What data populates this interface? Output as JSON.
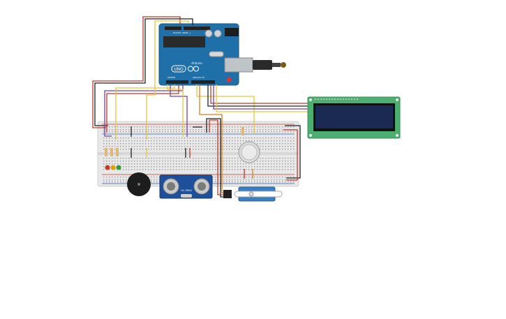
{
  "arduino": {
    "brand": "UNO",
    "logo_text": "Arduino",
    "labels": [
      "DIGITAL (PWM~)",
      "POWER",
      "ANALOG IN"
    ]
  },
  "sensor": {
    "label": "HC-SR04"
  },
  "components": {
    "breadboard": "breadboard",
    "lcd": "LCD 16x2",
    "servo": "servo",
    "buzzer": "piezo",
    "gas_sensor": "gas sensor",
    "leds": [
      "red",
      "orange",
      "green"
    ]
  },
  "colors": {
    "arduino_blue": "#1f6fa8",
    "lcd_green": "#4caf70",
    "lcd_screen": "#1b2a52",
    "breadboard": "#e6e6e6",
    "wire_red": "#c0392b",
    "wire_black": "#222222",
    "wire_yellow": "#e6c63a",
    "wire_purple": "#7b3fa0",
    "wire_orange": "#e07b1a",
    "servo_blue": "#3a7fc4"
  }
}
